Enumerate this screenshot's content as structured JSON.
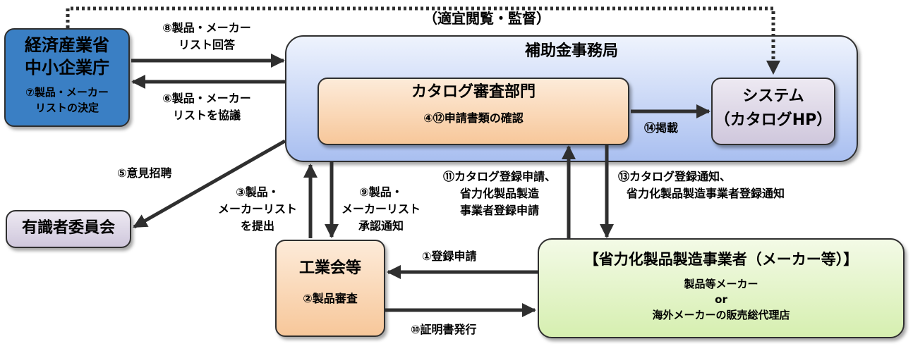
{
  "nodes": {
    "meti": {
      "line1": "経済産業省",
      "line2": "中小企業庁",
      "sub1": "⑦製品・メーカー",
      "sub2": "リストの決定",
      "color": "#3a7fc4"
    },
    "secretariat": {
      "title": "補助金事務局",
      "color": "#c9d6f5"
    },
    "catalog_review": {
      "title": "カタログ審査部門",
      "sub": "④⑫申請書類の確認",
      "color": "#fbd7b4"
    },
    "system": {
      "line1": "システム",
      "line2": "（カタログHP）",
      "color": "#d9d3e2"
    },
    "experts": {
      "title": "有識者委員会",
      "color": "#d9d3e2"
    },
    "industry": {
      "title": "工業会等",
      "sub": "②製品審査",
      "color": "#fbd7b4"
    },
    "maker": {
      "title": "【省力化製品製造事業者（メーカー等）】",
      "sub1": "製品等メーカー",
      "sub2": "or",
      "sub3": "海外メーカーの販売総代理店",
      "color": "#e6f5c8"
    }
  },
  "labels": {
    "oversight": "（適宜閲覧・監督）",
    "l8_1": "⑧製品・メーカー",
    "l8_2": "リスト回答",
    "l6_1": "⑥製品・メーカー",
    "l6_2": "リストを協議",
    "l5": "⑤意見招聘",
    "l3_1": "③製品・",
    "l3_2": "メーカーリスト",
    "l3_3": "を提出",
    "l9_1": "⑨製品・",
    "l9_2": "メーカーリスト",
    "l9_3": "承認通知",
    "l11_1": "⑪カタログ登録申請、",
    "l11_2": "省力化製品製造",
    "l11_3": "事業者登録申請",
    "l13_1": "⑬カタログ登録通知、",
    "l13_2": "省力化製品製造事業者登録通知",
    "l14": "⑭掲載",
    "l1": "①登録申請",
    "l10": "⑩証明書発行"
  }
}
